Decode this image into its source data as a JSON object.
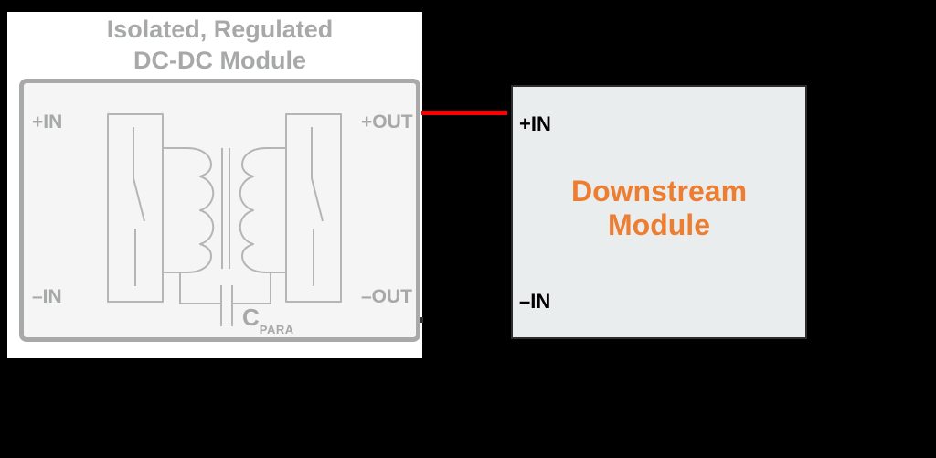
{
  "figure": {
    "background_color": "#000000",
    "connection_wire_color": "#ff0000"
  },
  "dcdc_module": {
    "title_line1": "Isolated, Regulated",
    "title_line2": "DC-DC Module",
    "pin_labels": {
      "pos_in": "+IN",
      "neg_in": "–IN",
      "pos_out": "+OUT",
      "neg_out": "–OUT"
    },
    "capacitor_label": "C",
    "capacitor_label_subscript": "PARA",
    "text_color": "#a7a9a8",
    "line_color": "#b4b6b5",
    "panel_color": "#ffffff",
    "box_fill_color": "#f4f5f4"
  },
  "downstream_module": {
    "title_line1": "Downstream",
    "title_line2": "Module",
    "pin_labels": {
      "pos_in": "+IN",
      "neg_in": "–IN"
    },
    "title_color": "#ed7d31",
    "box_fill_color": "#e9edee",
    "border_color": "#2e2e2e",
    "label_color": "#000000"
  }
}
